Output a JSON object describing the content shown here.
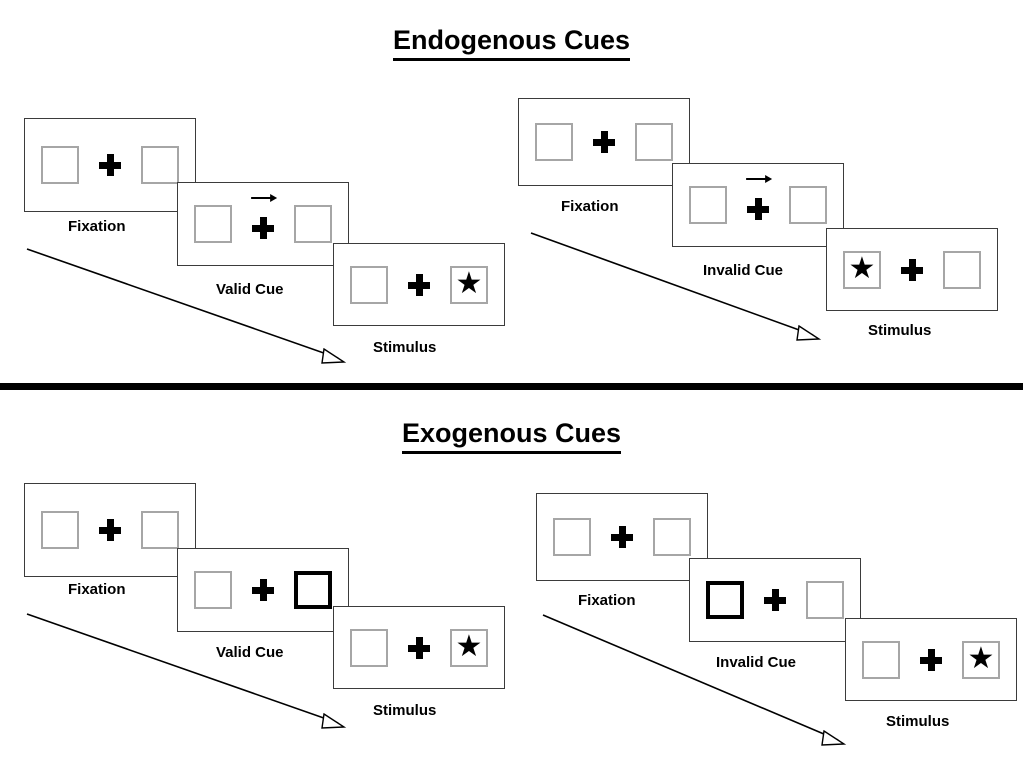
{
  "figure": {
    "sections": [
      {
        "id": "endogenous",
        "title": "Endogenous Cues",
        "sequences": [
          {
            "id": "endogenous-valid",
            "frames": [
              {
                "label": "Fixation",
                "cue": "none",
                "star": "none",
                "arrow": false
              },
              {
                "label": "Valid Cue",
                "cue": "none",
                "star": "none",
                "arrow": true,
                "arrow_direction": "right"
              },
              {
                "label": "Stimulus",
                "cue": "none",
                "star": "right",
                "arrow": false
              }
            ]
          },
          {
            "id": "endogenous-invalid",
            "frames": [
              {
                "label": "Fixation",
                "cue": "none",
                "star": "none",
                "arrow": false
              },
              {
                "label": "Invalid Cue",
                "cue": "none",
                "star": "none",
                "arrow": true,
                "arrow_direction": "right"
              },
              {
                "label": "Stimulus",
                "cue": "none",
                "star": "left",
                "arrow": false
              }
            ]
          }
        ]
      },
      {
        "id": "exogenous",
        "title": "Exogenous Cues",
        "sequences": [
          {
            "id": "exogenous-valid",
            "frames": [
              {
                "label": "Fixation",
                "cue": "none",
                "star": "none",
                "arrow": false
              },
              {
                "label": "Valid Cue",
                "cue": "right",
                "star": "none",
                "arrow": false
              },
              {
                "label": "Stimulus",
                "cue": "none",
                "star": "right",
                "arrow": false
              }
            ]
          },
          {
            "id": "exogenous-invalid",
            "frames": [
              {
                "label": "Fixation",
                "cue": "none",
                "star": "none",
                "arrow": false
              },
              {
                "label": "Invalid Cue",
                "cue": "left",
                "star": "none",
                "arrow": false
              },
              {
                "label": "Stimulus",
                "cue": "none",
                "star": "right",
                "arrow": false
              }
            ]
          }
        ]
      }
    ],
    "icons": {
      "fixation_cross": "plus-icon",
      "target": "star-icon",
      "direction_cue": "arrow-right-icon",
      "time_flow": "time-arrow-icon"
    },
    "colors": {
      "box_border": "#a6a6a6",
      "cued_box_border": "#000000",
      "panel_border": "#3b3b3b",
      "ink": "#000000",
      "background": "#ffffff"
    }
  }
}
